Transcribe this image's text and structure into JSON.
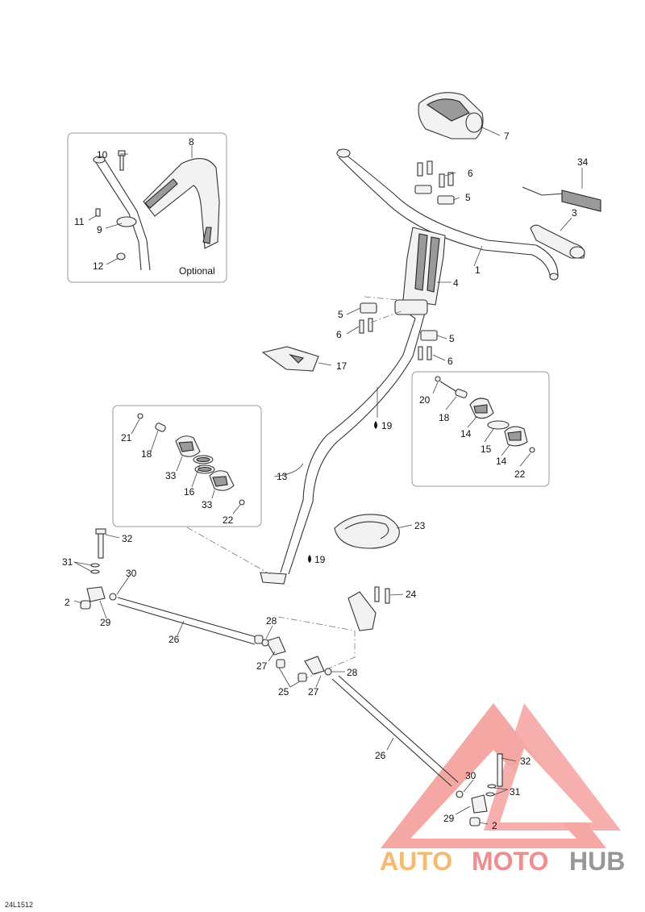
{
  "diagram_code": "24L1512",
  "optional_label": "Optional",
  "watermark": {
    "part1": "AUTO",
    "part2": "MOTO",
    "part3": "HUB",
    "color_auto": "#f6b25e",
    "color_moto": "#f28080",
    "color_hub": "#8c8c8c"
  },
  "callouts": {
    "c1": "1",
    "c2a": "2",
    "c2b": "2",
    "c3": "3",
    "c4": "4",
    "c5a": "5",
    "c5b": "5",
    "c5c": "5",
    "c6a": "6",
    "c6b": "6",
    "c6c": "6",
    "c7": "7",
    "c8": "8",
    "c9": "9",
    "c10": "10",
    "c11": "11",
    "c12": "12",
    "c13": "13",
    "c14a": "14",
    "c14b": "14",
    "c15": "15",
    "c16": "16",
    "c17": "17",
    "c18a": "18",
    "c18b": "18",
    "c19a": "19",
    "c19b": "19",
    "c20": "20",
    "c21": "21",
    "c22a": "22",
    "c22b": "22",
    "c23": "23",
    "c24": "24",
    "c25": "25",
    "c26a": "26",
    "c26b": "26",
    "c27a": "27",
    "c27b": "27",
    "c28a": "28",
    "c28b": "28",
    "c29a": "29",
    "c29b": "29",
    "c30a": "30",
    "c30b": "30",
    "c31a": "31",
    "c31b": "31",
    "c32a": "32",
    "c32b": "32",
    "c33a": "33",
    "c33b": "33",
    "c34": "34"
  }
}
